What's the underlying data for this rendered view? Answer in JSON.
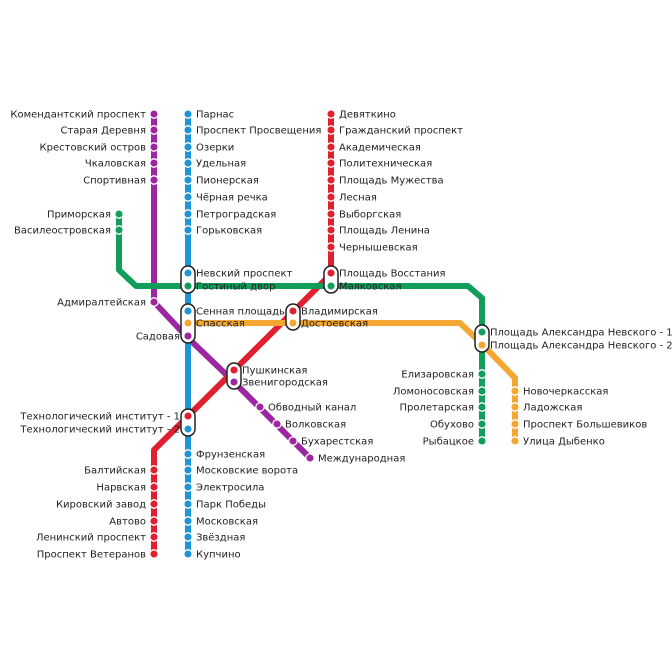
{
  "map": {
    "lines": [
      {
        "id": "purple",
        "color": "#9c27a0",
        "stations": [
          {
            "key": "komendantsky",
            "name": "Комендантский проспект"
          },
          {
            "key": "staraya_derevnya",
            "name": "Старая Деревня"
          },
          {
            "key": "krestovsky",
            "name": "Крестовский остров"
          },
          {
            "key": "chkalovskaya",
            "name": "Чкаловская"
          },
          {
            "key": "sportivnaya",
            "name": "Спортивная"
          },
          {
            "key": "admiralteyskaya",
            "name": "Адмиралтейская"
          },
          {
            "key": "sadovaya",
            "name": "Садовая"
          },
          {
            "key": "zvenigorodskaya",
            "name": "Звенигородская"
          },
          {
            "key": "obvodny",
            "name": "Обводный канал"
          },
          {
            "key": "volkovskaya",
            "name": "Волковская"
          },
          {
            "key": "bukharestskaya",
            "name": "Бухарестская"
          },
          {
            "key": "mezhdunarodnaya",
            "name": "Международная"
          }
        ]
      },
      {
        "id": "blue",
        "color": "#1e95d6",
        "stations": [
          {
            "key": "parnas",
            "name": "Парнас"
          },
          {
            "key": "prosveshcheniya",
            "name": "Проспект Просвещения"
          },
          {
            "key": "ozerki",
            "name": "Озерки"
          },
          {
            "key": "udelnaya",
            "name": "Удельная"
          },
          {
            "key": "pionerskaya",
            "name": "Пионерская"
          },
          {
            "key": "chernaya_rechka",
            "name": "Чёрная речка"
          },
          {
            "key": "petrogradskaya",
            "name": "Петроградская"
          },
          {
            "key": "gorkovskaya",
            "name": "Горьковская"
          },
          {
            "key": "nevsky",
            "name": "Невский проспект"
          },
          {
            "key": "sennaya",
            "name": "Сенная площадь"
          },
          {
            "key": "tekhnolog_2",
            "name": "Технологический институт - 2"
          },
          {
            "key": "frunzenskaya",
            "name": "Фрунзенская"
          },
          {
            "key": "moskovskie_vorota",
            "name": "Московские ворота"
          },
          {
            "key": "elektrosila",
            "name": "Электросила"
          },
          {
            "key": "park_pobedy",
            "name": "Парк Победы"
          },
          {
            "key": "moskovskaya",
            "name": "Московская"
          },
          {
            "key": "zvezdnaya",
            "name": "Звёздная"
          },
          {
            "key": "kupchino",
            "name": "Купчино"
          }
        ]
      },
      {
        "id": "red",
        "color": "#e0202f",
        "stations": [
          {
            "key": "devyatkino",
            "name": "Девяткино"
          },
          {
            "key": "grazhdansky",
            "name": "Гражданский проспект"
          },
          {
            "key": "akademicheskaya",
            "name": "Академическая"
          },
          {
            "key": "politekhnicheskaya",
            "name": "Политехническая"
          },
          {
            "key": "muzhestva",
            "name": "Площадь Мужества"
          },
          {
            "key": "lesnaya",
            "name": "Лесная"
          },
          {
            "key": "vyborgskaya",
            "name": "Выборгская"
          },
          {
            "key": "lenina",
            "name": "Площадь Ленина"
          },
          {
            "key": "chernyshevskaya",
            "name": "Чернышевская"
          },
          {
            "key": "vosstaniya",
            "name": "Площадь Восстания"
          },
          {
            "key": "vladimirskaya",
            "name": "Владимирская"
          },
          {
            "key": "pushkinskaya",
            "name": "Пушкинская"
          },
          {
            "key": "tekhnolog_1",
            "name": "Технологический институт - 1"
          },
          {
            "key": "baltiyskaya",
            "name": "Балтийская"
          },
          {
            "key": "narvskaya",
            "name": "Нарвская"
          },
          {
            "key": "kirovsky",
            "name": "Кировский завод"
          },
          {
            "key": "avtovo",
            "name": "Автово"
          },
          {
            "key": "leninsky",
            "name": "Ленинский проспект"
          },
          {
            "key": "veteranov",
            "name": "Проспект Ветеранов"
          }
        ]
      },
      {
        "id": "green",
        "color": "#119e5a",
        "stations": [
          {
            "key": "primorskaya",
            "name": "Приморская"
          },
          {
            "key": "vasileostrovskaya",
            "name": "Василеостровская"
          },
          {
            "key": "gostiny",
            "name": "Гостиный двор"
          },
          {
            "key": "mayakovskaya",
            "name": "Маяковская"
          },
          {
            "key": "nevskogo_1",
            "name": "Площадь Александра Невского - 1"
          },
          {
            "key": "elizarovskaya",
            "name": "Елизаровская"
          },
          {
            "key": "lomonosovskaya",
            "name": "Ломоносовская"
          },
          {
            "key": "proletarskaya",
            "name": "Пролетарская"
          },
          {
            "key": "obukhovo",
            "name": "Обухово"
          },
          {
            "key": "rybatskoe",
            "name": "Рыбацкое"
          }
        ]
      },
      {
        "id": "orange",
        "color": "#f5a733",
        "stations": [
          {
            "key": "spasskaya",
            "name": "Спасская"
          },
          {
            "key": "dostoevskaya",
            "name": "Достоевская"
          },
          {
            "key": "nevskogo_2",
            "name": "Площадь Александра Невского - 2"
          },
          {
            "key": "novocherkasskaya",
            "name": "Новочеркасская"
          },
          {
            "key": "ladozhskaya",
            "name": "Ладожская"
          },
          {
            "key": "bolshevikov",
            "name": "Проспект Большевиков"
          },
          {
            "key": "dybenko",
            "name": "Улица Дыбенко"
          }
        ]
      }
    ]
  }
}
